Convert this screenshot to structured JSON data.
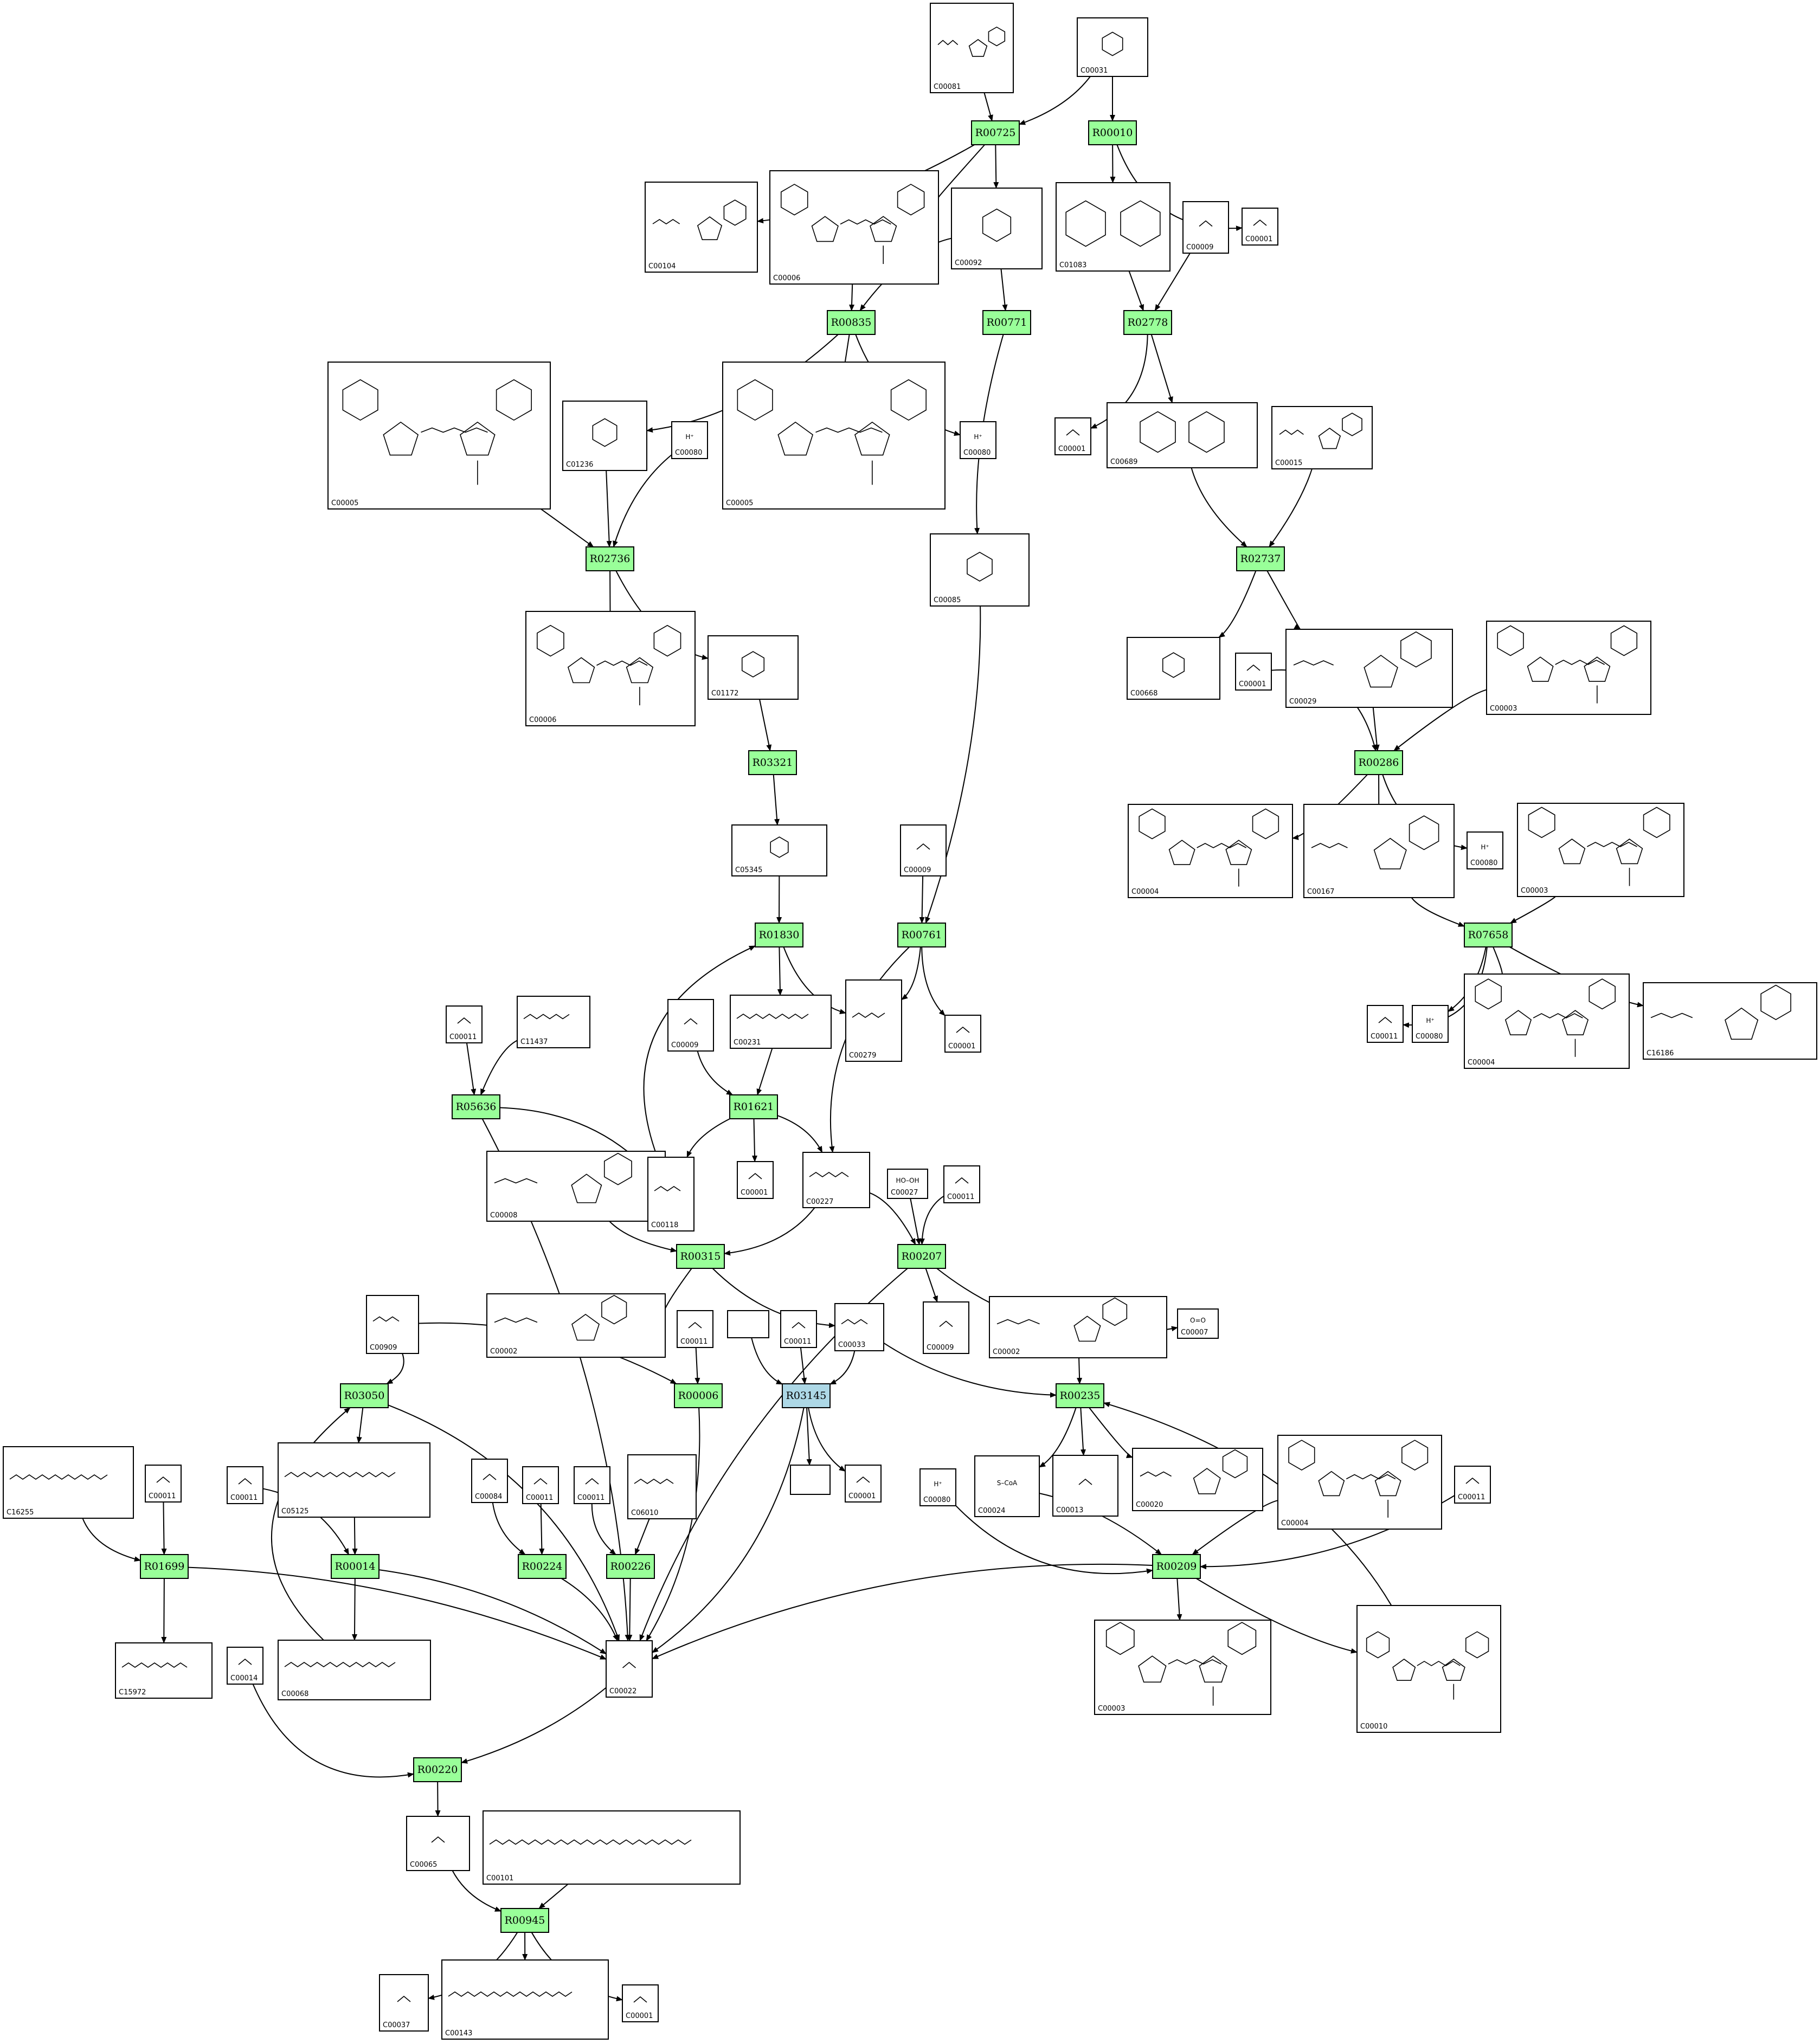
{
  "colors": {
    "reaction": "#99ff99",
    "reaction_highlight": "#add8e6",
    "edge": "#000000"
  },
  "reactions": [
    {
      "id": "R00725",
      "label": "R00725"
    },
    {
      "id": "R00010",
      "label": "R00010"
    },
    {
      "id": "R00835",
      "label": "R00835"
    },
    {
      "id": "R00771",
      "label": "R00771"
    },
    {
      "id": "R02778",
      "label": "R02778"
    },
    {
      "id": "R02736",
      "label": "R02736"
    },
    {
      "id": "R02737",
      "label": "R02737"
    },
    {
      "id": "R03321",
      "label": "R03321"
    },
    {
      "id": "R00286",
      "label": "R00286"
    },
    {
      "id": "R01830",
      "label": "R01830"
    },
    {
      "id": "R00761",
      "label": "R00761"
    },
    {
      "id": "R07658",
      "label": "R07658"
    },
    {
      "id": "R05636",
      "label": "R05636"
    },
    {
      "id": "R01621",
      "label": "R01621"
    },
    {
      "id": "R00315",
      "label": "R00315"
    },
    {
      "id": "R00207",
      "label": "R00207"
    },
    {
      "id": "R03050",
      "label": "R03050"
    },
    {
      "id": "R00006",
      "label": "R00006"
    },
    {
      "id": "R03145",
      "label": "R03145",
      "highlight": true
    },
    {
      "id": "R00235",
      "label": "R00235"
    },
    {
      "id": "R01699",
      "label": "R01699"
    },
    {
      "id": "R00014",
      "label": "R00014"
    },
    {
      "id": "R00224",
      "label": "R00224"
    },
    {
      "id": "R00226",
      "label": "R00226"
    },
    {
      "id": "R00209",
      "label": "R00209"
    },
    {
      "id": "R00220",
      "label": "R00220"
    },
    {
      "id": "R00945",
      "label": "R00945"
    }
  ],
  "compounds": [
    {
      "id": "n1",
      "label": "C00081",
      "mol": "nucleotide"
    },
    {
      "id": "n2",
      "label": "C00031",
      "mol": "sugar"
    },
    {
      "id": "n3",
      "label": "C00104",
      "mol": "nucleotide"
    },
    {
      "id": "n4",
      "label": "C00006",
      "mol": "dinucleotide"
    },
    {
      "id": "n5",
      "label": "C00092",
      "mol": "sugar"
    },
    {
      "id": "n6",
      "label": "C01083",
      "mol": "disaccharide"
    },
    {
      "id": "n7",
      "label": "C00009",
      "mol": "small"
    },
    {
      "id": "n8",
      "label": "C00001",
      "mol": "small"
    },
    {
      "id": "n9",
      "label": "C00005",
      "mol": "dinucleotide"
    },
    {
      "id": "n10",
      "label": "C01236",
      "mol": "sugar"
    },
    {
      "id": "n11",
      "label": "C00080",
      "mol": "small",
      "text": "H⁺"
    },
    {
      "id": "n12",
      "label": "C00005",
      "mol": "dinucleotide"
    },
    {
      "id": "n13",
      "label": "C00080",
      "mol": "small",
      "text": "H⁺"
    },
    {
      "id": "n14",
      "label": "C00001",
      "mol": "small"
    },
    {
      "id": "n15",
      "label": "C00689",
      "mol": "disaccharide"
    },
    {
      "id": "n16",
      "label": "C00015",
      "mol": "nucleotide"
    },
    {
      "id": "n17",
      "label": "C00085",
      "mol": "sugar"
    },
    {
      "id": "n18",
      "label": "C00006",
      "mol": "dinucleotide"
    },
    {
      "id": "n19",
      "label": "C01172",
      "mol": "sugar"
    },
    {
      "id": "n20",
      "label": "C00668",
      "mol": "sugar"
    },
    {
      "id": "n21",
      "label": "C00001",
      "mol": "small"
    },
    {
      "id": "n22",
      "label": "C00029",
      "mol": "nucleotide"
    },
    {
      "id": "n23",
      "label": "C00003",
      "mol": "dinucleotide"
    },
    {
      "id": "n24",
      "label": "C05345",
      "mol": "sugar"
    },
    {
      "id": "n25",
      "label": "C00009",
      "mol": "small"
    },
    {
      "id": "n26",
      "label": "C00004",
      "mol": "dinucleotide"
    },
    {
      "id": "n27",
      "label": "C00167",
      "mol": "nucleotide"
    },
    {
      "id": "n28",
      "label": "C00080",
      "mol": "small",
      "text": "H⁺"
    },
    {
      "id": "n29",
      "label": "C00003",
      "mol": "dinucleotide"
    },
    {
      "id": "n30",
      "label": "C00011",
      "mol": "small"
    },
    {
      "id": "n31",
      "label": "C11437",
      "mol": "chain"
    },
    {
      "id": "n32",
      "label": "C00009",
      "mol": "small"
    },
    {
      "id": "n33",
      "label": "C00231",
      "mol": "chain"
    },
    {
      "id": "n34",
      "label": "C00279",
      "mol": "chain"
    },
    {
      "id": "n35",
      "label": "C00001",
      "mol": "small"
    },
    {
      "id": "n36",
      "label": "C00011",
      "mol": "small"
    },
    {
      "id": "n37",
      "label": "C00080",
      "mol": "small",
      "text": "H⁺"
    },
    {
      "id": "n38",
      "label": "C00004",
      "mol": "dinucleotide"
    },
    {
      "id": "n39",
      "label": "C16186",
      "mol": "nucleotide"
    },
    {
      "id": "n40",
      "label": "C00008",
      "mol": "nucleotide"
    },
    {
      "id": "n41",
      "label": "C00118",
      "mol": "chain"
    },
    {
      "id": "n42",
      "label": "C00001",
      "mol": "small"
    },
    {
      "id": "n43",
      "label": "C00227",
      "mol": "chain"
    },
    {
      "id": "n44",
      "label": "C00027",
      "mol": "small",
      "text": "HO–OH"
    },
    {
      "id": "n45",
      "label": "C00011",
      "mol": "small"
    },
    {
      "id": "n46",
      "label": "C00909",
      "mol": "chain"
    },
    {
      "id": "n47",
      "label": "C00002",
      "mol": "nucleotide"
    },
    {
      "id": "n48",
      "label": "C00011",
      "mol": "small"
    },
    {
      "id": "n49",
      "label": "",
      "mol": "empty"
    },
    {
      "id": "n50",
      "label": "C00011",
      "mol": "small"
    },
    {
      "id": "n51",
      "label": "C00033",
      "mol": "chain"
    },
    {
      "id": "n52",
      "label": "C00009",
      "mol": "small"
    },
    {
      "id": "n53",
      "label": "C00002",
      "mol": "nucleotide"
    },
    {
      "id": "n54",
      "label": "C00007",
      "mol": "small",
      "text": "O=O"
    },
    {
      "id": "n55",
      "label": "C16255",
      "mol": "chain"
    },
    {
      "id": "n56",
      "label": "C00011",
      "mol": "small"
    },
    {
      "id": "n57",
      "label": "C00011",
      "mol": "small"
    },
    {
      "id": "n58",
      "label": "C05125",
      "mol": "chain"
    },
    {
      "id": "n59",
      "label": "C00084",
      "mol": "small"
    },
    {
      "id": "n60",
      "label": "C00011",
      "mol": "small"
    },
    {
      "id": "n61",
      "label": "C00011",
      "mol": "small"
    },
    {
      "id": "n62",
      "label": "C06010",
      "mol": "chain"
    },
    {
      "id": "n63",
      "label": "",
      "mol": "empty"
    },
    {
      "id": "n64",
      "label": "C00001",
      "mol": "small"
    },
    {
      "id": "n65",
      "label": "C00080",
      "mol": "small",
      "text": "H⁺"
    },
    {
      "id": "n66",
      "label": "C00024",
      "mol": "small",
      "text": "S–CoA"
    },
    {
      "id": "n67",
      "label": "C00013",
      "mol": "small"
    },
    {
      "id": "n68",
      "label": "C00020",
      "mol": "nucleotide"
    },
    {
      "id": "n69",
      "label": "C00004",
      "mol": "dinucleotide"
    },
    {
      "id": "n70",
      "label": "C00011",
      "mol": "small"
    },
    {
      "id": "n71",
      "label": "C15972",
      "mol": "chain"
    },
    {
      "id": "n72",
      "label": "C00068",
      "mol": "chain"
    },
    {
      "id": "n73",
      "label": "C00014",
      "mol": "small"
    },
    {
      "id": "n74",
      "label": "C00022",
      "mol": "small"
    },
    {
      "id": "n75",
      "label": "C00003",
      "mol": "dinucleotide"
    },
    {
      "id": "n76",
      "label": "C00010",
      "mol": "dinucleotide"
    },
    {
      "id": "n77",
      "label": "C00065",
      "mol": "small"
    },
    {
      "id": "n78",
      "label": "C00101",
      "mol": "chain"
    },
    {
      "id": "n79",
      "label": "C00037",
      "mol": "small"
    },
    {
      "id": "n80",
      "label": "C00143",
      "mol": "chain"
    },
    {
      "id": "n81",
      "label": "C00001",
      "mol": "small"
    }
  ]
}
